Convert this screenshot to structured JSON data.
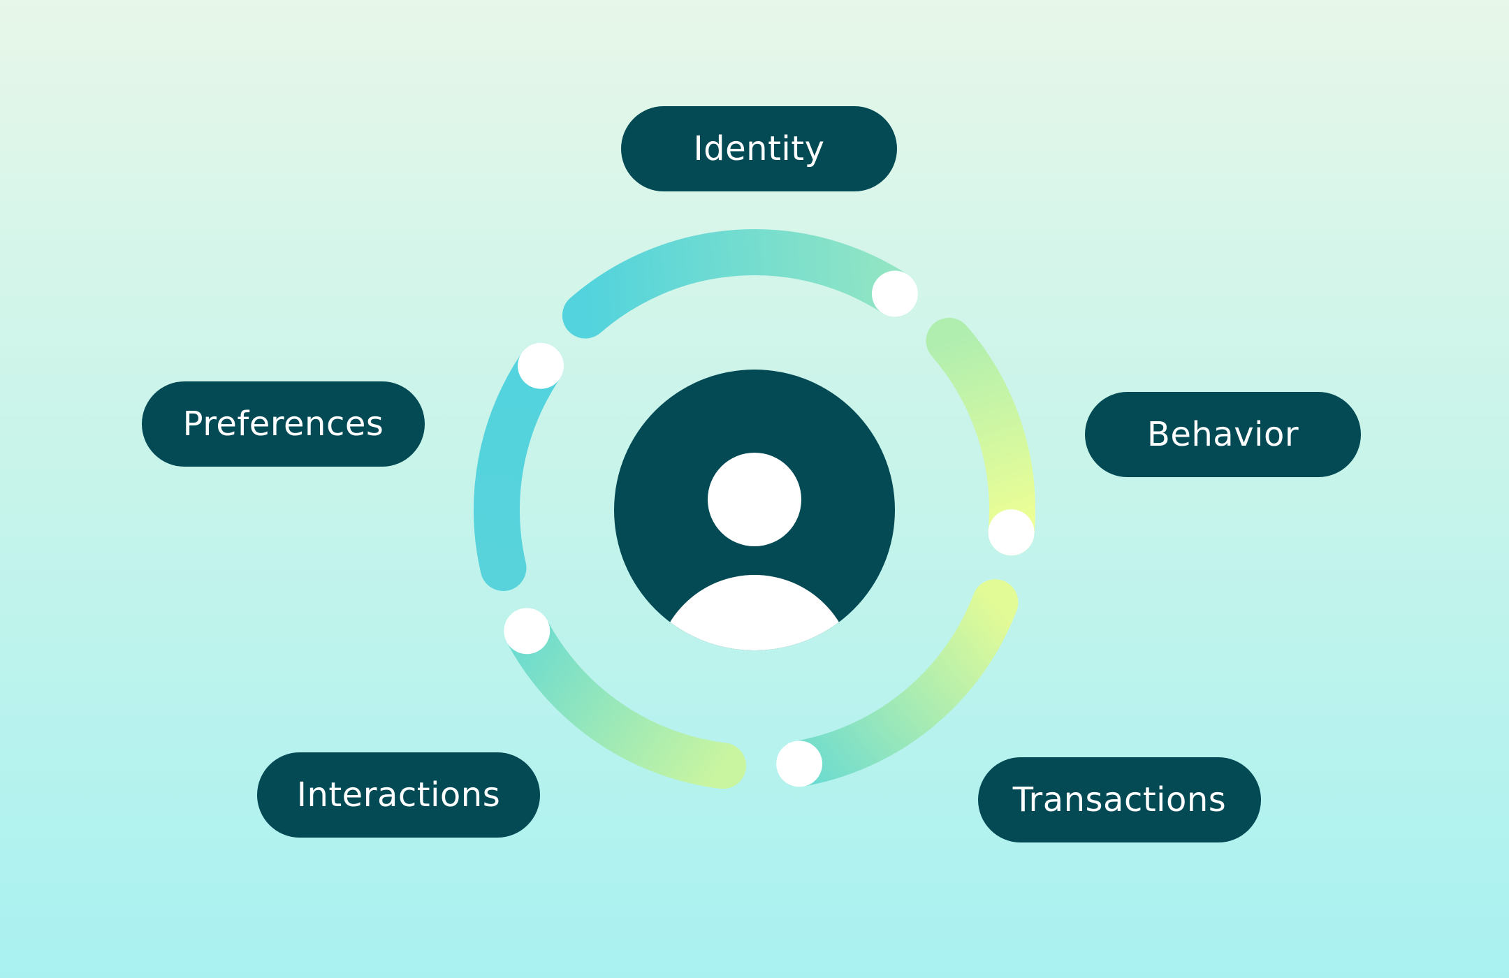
{
  "center": {
    "icon": "user-avatar-icon"
  },
  "labels": {
    "identity": "Identity",
    "behavior": "Behavior",
    "transactions": "Transactions",
    "interactions": "Interactions",
    "preferences": "Preferences"
  },
  "colors": {
    "pill": "#034a55",
    "avatar_bg": "#034a55",
    "dot": "#ffffff"
  }
}
